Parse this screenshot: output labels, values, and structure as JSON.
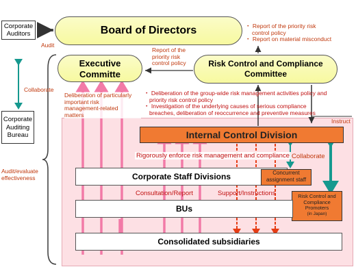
{
  "corporate_auditors": "Corporate Auditors",
  "audit_label": "Audit",
  "board": "Board of Directors",
  "board_notes": [
    "・ Report of the priority risk",
    "control policy",
    "・ Report on material misconduct"
  ],
  "executive": [
    "Executive",
    "Committe"
  ],
  "report_priority": [
    "Report of the",
    "priority risk",
    "control policy"
  ],
  "risk_committee": [
    "Risk Control and Compliance",
    "Committee"
  ],
  "collaborate_left": "Collaborate",
  "auditing_bureau": [
    "Corporate",
    "Auditing",
    "Bureau"
  ],
  "audit_evaluate": [
    "Audit/evaluate",
    "effectiveness"
  ],
  "deliberation_left": [
    "Deliberation of particularly",
    "important risk",
    "management-related",
    "matters"
  ],
  "deliberation_right": [
    "・ Deliberation of the group-wide risk management activities policy and",
    "priority risk control policy",
    "・ Investigation of the underlying causes of serious compliance",
    "breaches, deliberation of reoccurrence and preventive measures"
  ],
  "instruct_label": "Instruct",
  "internal_control": "Internal Control Division",
  "rigorously": "Rigorously enforce risk management and compliance",
  "collaborate_right": "Collaborate",
  "staff_divisions": "Corporate Staff Divisions",
  "concurrent": [
    "Concurrent",
    "assignment staff"
  ],
  "consultation": "Consultation/Report",
  "support": "Support/Instructions",
  "promoters": [
    "Risk Control and",
    "Compliance",
    "Promoters",
    "(in Japan)"
  ],
  "bus": "BUs",
  "subsidiaries": "Consolidated subsidiaries",
  "colors": {
    "pill_fill": "#f7f9a0",
    "region_fill": "#fde0e4",
    "orange_box": "#f07a32",
    "teal": "#16998f",
    "pink_arrow": "#f27aa7",
    "red_arrow": "#e63c14"
  }
}
